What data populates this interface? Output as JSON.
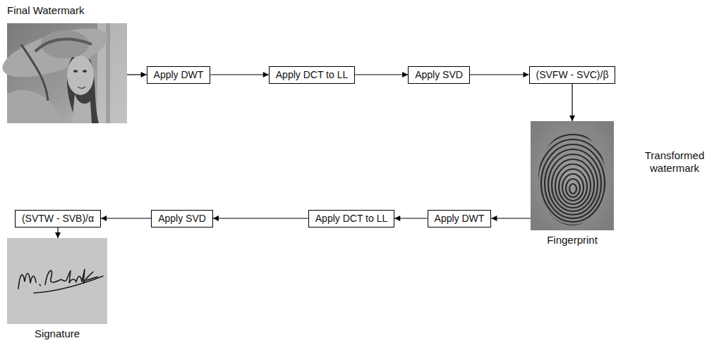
{
  "diagram": {
    "nodes": [
      {
        "text": [
          "Final Watermark"
        ]
      },
      {
        "text": [
          "Apply DWT"
        ]
      },
      {
        "text": [
          "Apply DCT to LL"
        ]
      },
      {
        "text": [
          "Apply SVD"
        ]
      },
      {
        "text": [
          "(SVFW - SVC)/β"
        ]
      },
      {
        "text": [
          "Transformed watermark",
          "Fingerprint"
        ]
      },
      {
        "text": [
          "Apply DWT"
        ]
      },
      {
        "text": [
          "Apply DCT to LL"
        ]
      },
      {
        "text": [
          "Apply SVD"
        ]
      },
      {
        "text": [
          "(SVTW - SVB)/α"
        ]
      },
      {
        "text": [
          "Signature"
        ]
      }
    ],
    "edges": [
      {
        "from": 0,
        "to": 1,
        "arrow": "to"
      },
      {
        "from": 1,
        "to": 2,
        "arrow": "to"
      },
      {
        "from": 2,
        "to": 3,
        "arrow": "to"
      },
      {
        "from": 3,
        "to": 4,
        "arrow": "to"
      },
      {
        "from": 4,
        "to": 5,
        "arrow": "to"
      },
      {
        "from": 5,
        "to": 6,
        "arrow": "to"
      },
      {
        "from": 6,
        "to": 7,
        "arrow": "to"
      },
      {
        "from": 7,
        "to": 8,
        "arrow": "to"
      },
      {
        "from": 8,
        "to": 9,
        "arrow": "to"
      },
      {
        "from": 9,
        "to": 10,
        "arrow": "to"
      }
    ]
  }
}
